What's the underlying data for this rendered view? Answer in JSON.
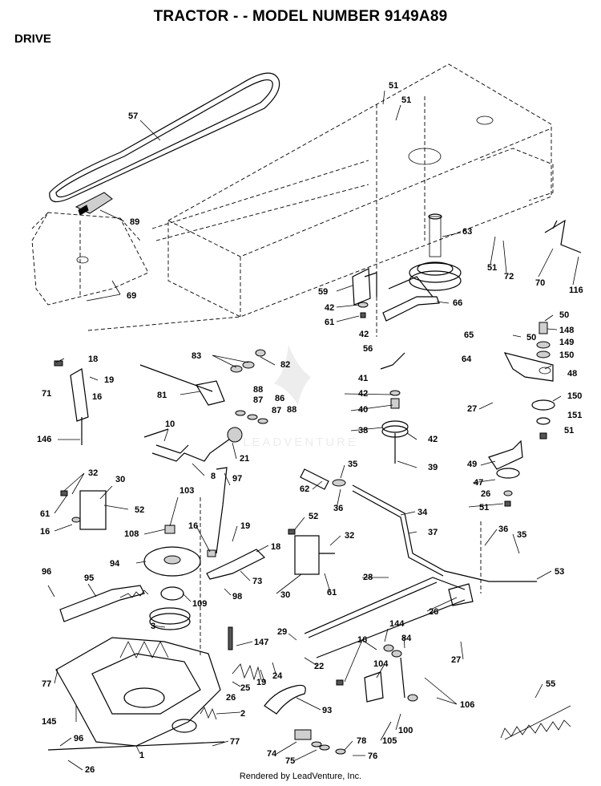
{
  "header": {
    "title": "TRACTOR - - MODEL NUMBER 9149A89",
    "section": "DRIVE"
  },
  "watermark": "LEADVENTURE",
  "footer": "Rendered by LeadVenture, Inc.",
  "callouts": [
    "51",
    "51",
    "57",
    "63",
    "89",
    "51",
    "72",
    "70",
    "116",
    "59",
    "66",
    "42",
    "61",
    "69",
    "42",
    "56",
    "65",
    "64",
    "50",
    "50",
    "148",
    "149",
    "150",
    "48",
    "18",
    "19",
    "83",
    "82",
    "41",
    "42",
    "71",
    "16",
    "81",
    "88",
    "87",
    "86",
    "87",
    "88",
    "27",
    "150",
    "151",
    "51",
    "40",
    "38",
    "42",
    "39",
    "146",
    "10",
    "21",
    "8",
    "49",
    "47",
    "26",
    "51",
    "35",
    "62",
    "36",
    "34",
    "37",
    "32",
    "30",
    "61",
    "52",
    "16",
    "103",
    "97",
    "108",
    "16",
    "19",
    "18",
    "94",
    "73",
    "52",
    "32",
    "30",
    "61",
    "36",
    "35",
    "53",
    "96",
    "95",
    "109",
    "98",
    "28",
    "26",
    "3",
    "29",
    "144",
    "84",
    "16",
    "147",
    "104",
    "27",
    "77",
    "25",
    "19",
    "24",
    "22",
    "26",
    "145",
    "2",
    "93",
    "106",
    "100",
    "105",
    "55",
    "96",
    "77",
    "74",
    "78",
    "75",
    "76",
    "26",
    "1"
  ]
}
